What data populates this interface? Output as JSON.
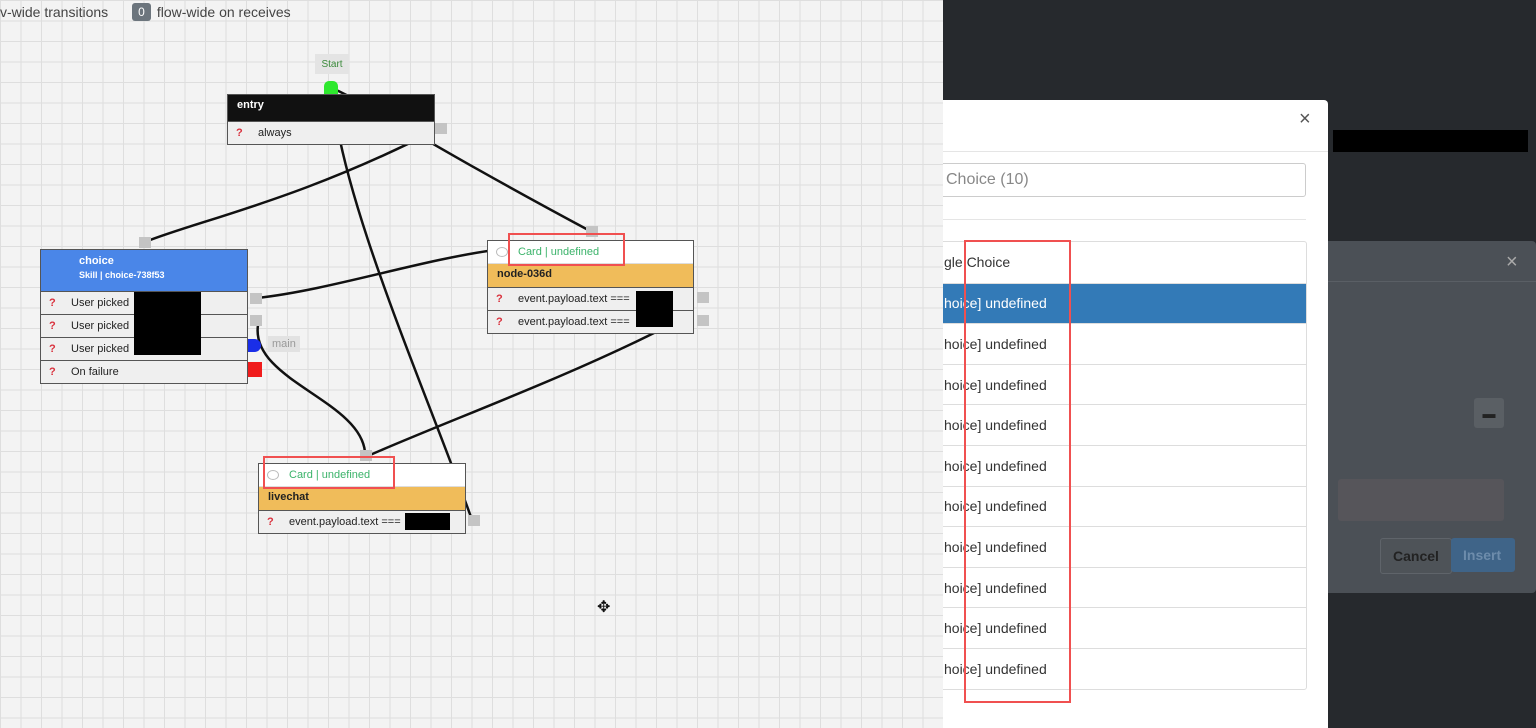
{
  "topbar": {
    "transitions_label": "v-wide transitions",
    "receives_count": "0",
    "receives_label": "flow-wide on receives"
  },
  "start": {
    "label": "Start"
  },
  "entry": {
    "title": "entry",
    "rows": [
      "always"
    ]
  },
  "choice": {
    "title": "choice",
    "subtitle": "Skill | choice-738f53",
    "rows": [
      "User picked",
      "User picked",
      "User picked",
      "On failure"
    ],
    "main_label": "main"
  },
  "node036d": {
    "card": "Card | undefined",
    "title": "node-036d",
    "rows": [
      "event.payload.text ===",
      "event.payload.text ==="
    ]
  },
  "livechat": {
    "card": "Card | undefined",
    "title": "livechat",
    "rows": [
      "event.payload.text ==="
    ]
  },
  "modal": {
    "close": "×",
    "search_value": "Choice (10)",
    "list_header": "gle Choice",
    "items": [
      "hoice] undefined",
      "hoice] undefined",
      "hoice] undefined",
      "hoice] undefined",
      "hoice] undefined",
      "hoice] undefined",
      "hoice] undefined",
      "hoice] undefined",
      "hoice] undefined",
      "hoice] undefined"
    ],
    "selected_index": 0
  },
  "modal2": {
    "close": "×",
    "cancel": "Cancel",
    "insert": "Insert",
    "folder_icon": "folder-open-icon"
  },
  "colors": {
    "choice_header": "#4a86e8",
    "card_header": "#f0bc5a",
    "entry_header": "#111111",
    "selected": "#337ab7",
    "highlight": "#f05050"
  }
}
